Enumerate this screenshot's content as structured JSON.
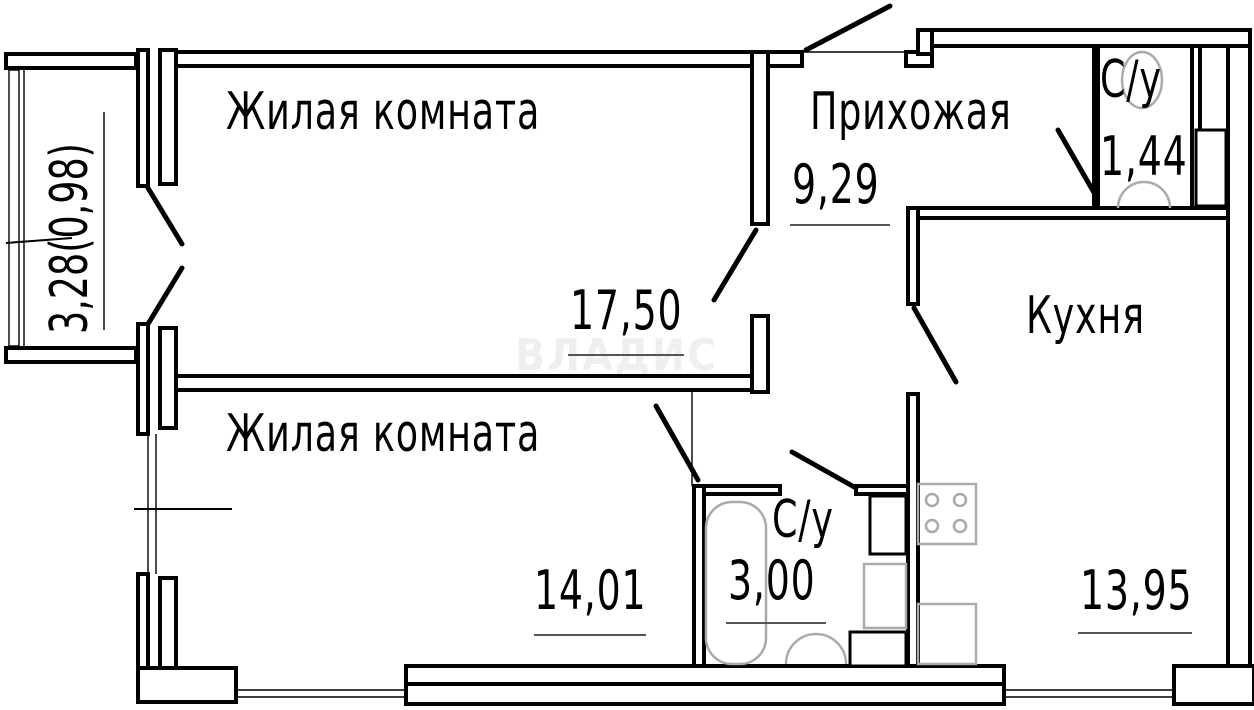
{
  "plan": {
    "watermark": "ВЛАДИС",
    "rooms": [
      {
        "id": "living-room-1",
        "name": "Жилая комната",
        "area": "17,50"
      },
      {
        "id": "living-room-2",
        "name": "Жилая комната",
        "area": "14,01"
      },
      {
        "id": "hallway",
        "name": "Прихожая",
        "area": "9,29"
      },
      {
        "id": "wc",
        "name": "С/у",
        "area": "1,44"
      },
      {
        "id": "bathroom",
        "name": "С/у",
        "area": "3,00"
      },
      {
        "id": "kitchen",
        "name": "Кухня",
        "area": "13,95"
      },
      {
        "id": "balcony",
        "name": "",
        "area": "3,28(0,98)"
      }
    ],
    "colors": {
      "walls": "#000000",
      "fixtures": "#aaaaaa",
      "background": "#ffffff"
    }
  }
}
